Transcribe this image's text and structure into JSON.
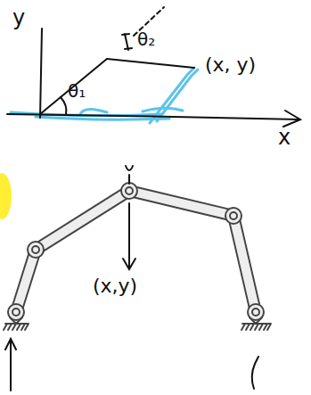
{
  "diagram": {
    "labels": [
      "y",
      "x",
      "θ₁",
      "θ₂",
      "(x, y)",
      "(x,y)"
    ]
  }
}
